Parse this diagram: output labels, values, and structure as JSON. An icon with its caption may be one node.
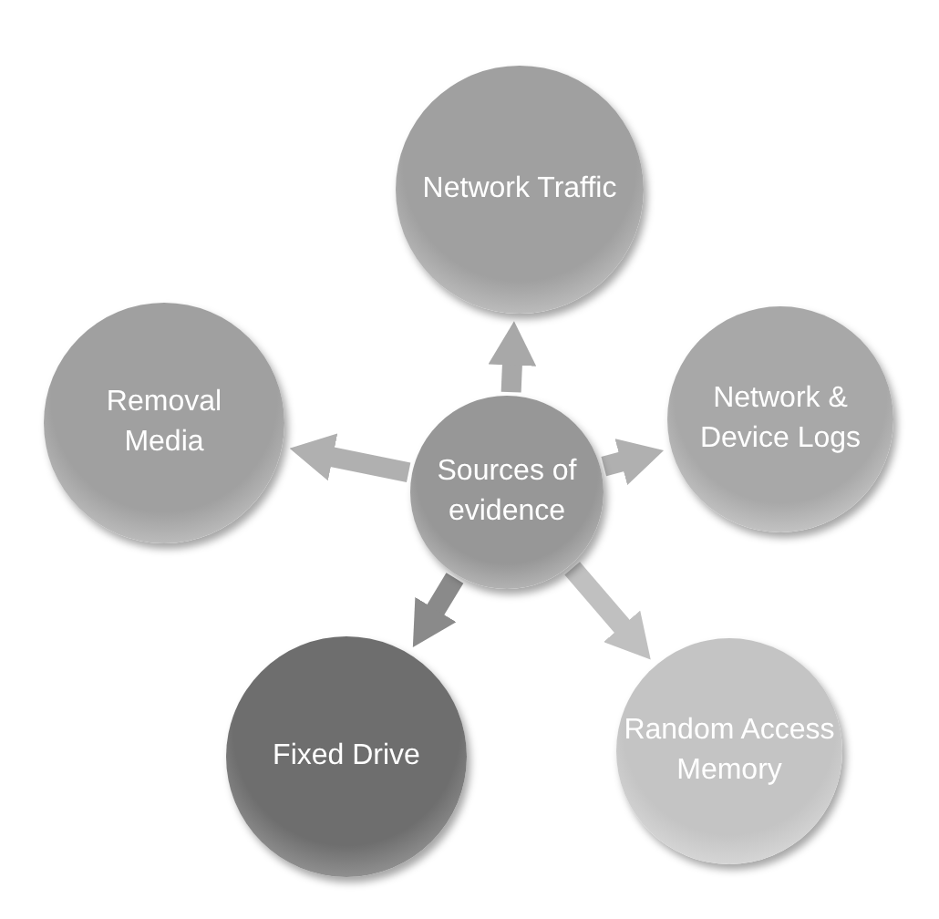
{
  "diagram": {
    "nodes": [
      {
        "text": [
          "Network Traffic"
        ]
      },
      {
        "text": [
          "Removal Media"
        ]
      },
      {
        "text": [
          "Sources of evidence"
        ]
      },
      {
        "text": [
          "Network & Device Logs"
        ]
      },
      {
        "text": [
          "Fixed Drive"
        ]
      },
      {
        "text": [
          "Random Access Memory"
        ]
      }
    ],
    "edges": [
      {
        "from": 2,
        "to": 0,
        "arrow": "to"
      },
      {
        "from": 2,
        "to": 3,
        "arrow": "to"
      },
      {
        "from": 2,
        "to": 5,
        "arrow": "to"
      },
      {
        "from": 2,
        "to": 4,
        "arrow": "to"
      },
      {
        "from": 2,
        "to": 1,
        "arrow": "to"
      }
    ]
  }
}
